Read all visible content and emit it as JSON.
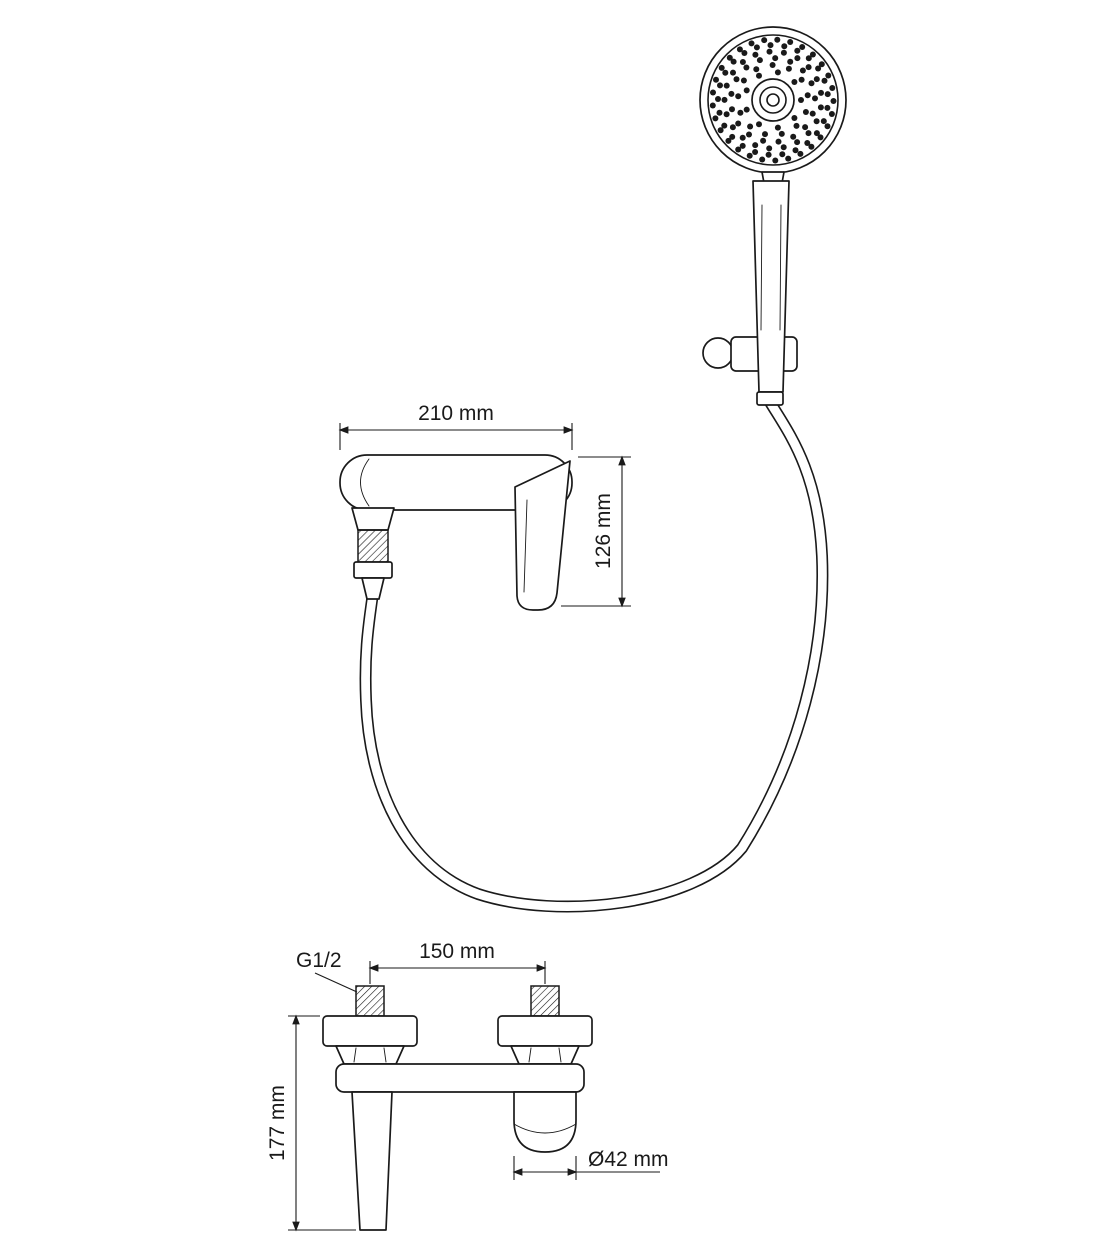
{
  "drawing": {
    "dim_body_length": "210 mm",
    "dim_body_height": "126 mm",
    "thread_label": "G1/2",
    "dim_inlet_spacing": "150 mm",
    "dim_overall_height": "177 mm",
    "dim_spout_diameter": "Ø42 mm"
  },
  "colors": {
    "line": "#1a1a1a",
    "background": "#ffffff"
  }
}
